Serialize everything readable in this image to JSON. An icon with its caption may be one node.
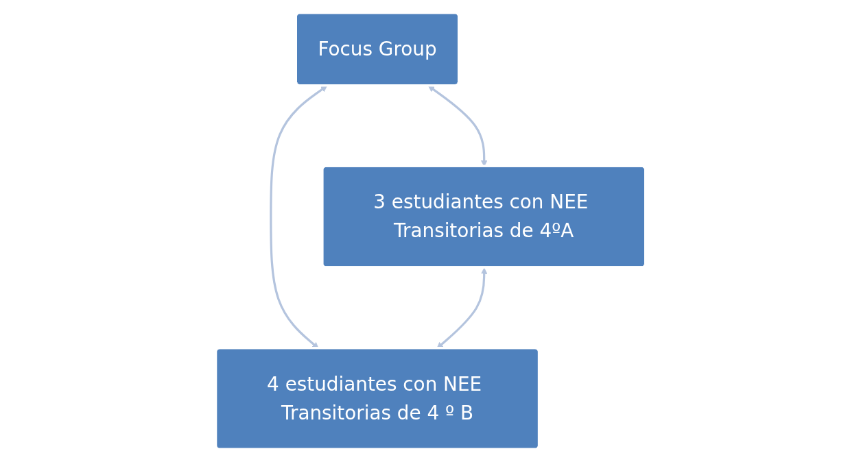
{
  "diagram": {
    "nodes": [
      {
        "text": [
          "Focus Group"
        ]
      },
      {
        "text": [
          "3 estudiantes con NEE Transitorias de 4ºA"
        ]
      },
      {
        "text": [
          "4 estudiantes con NEE Transitorias de 4 º B"
        ]
      }
    ],
    "edges": [
      {
        "from": 0,
        "to": 1,
        "arrow": "both"
      },
      {
        "from": 0,
        "to": 2,
        "arrow": "both"
      },
      {
        "from": 1,
        "to": 2,
        "arrow": "both"
      }
    ]
  }
}
